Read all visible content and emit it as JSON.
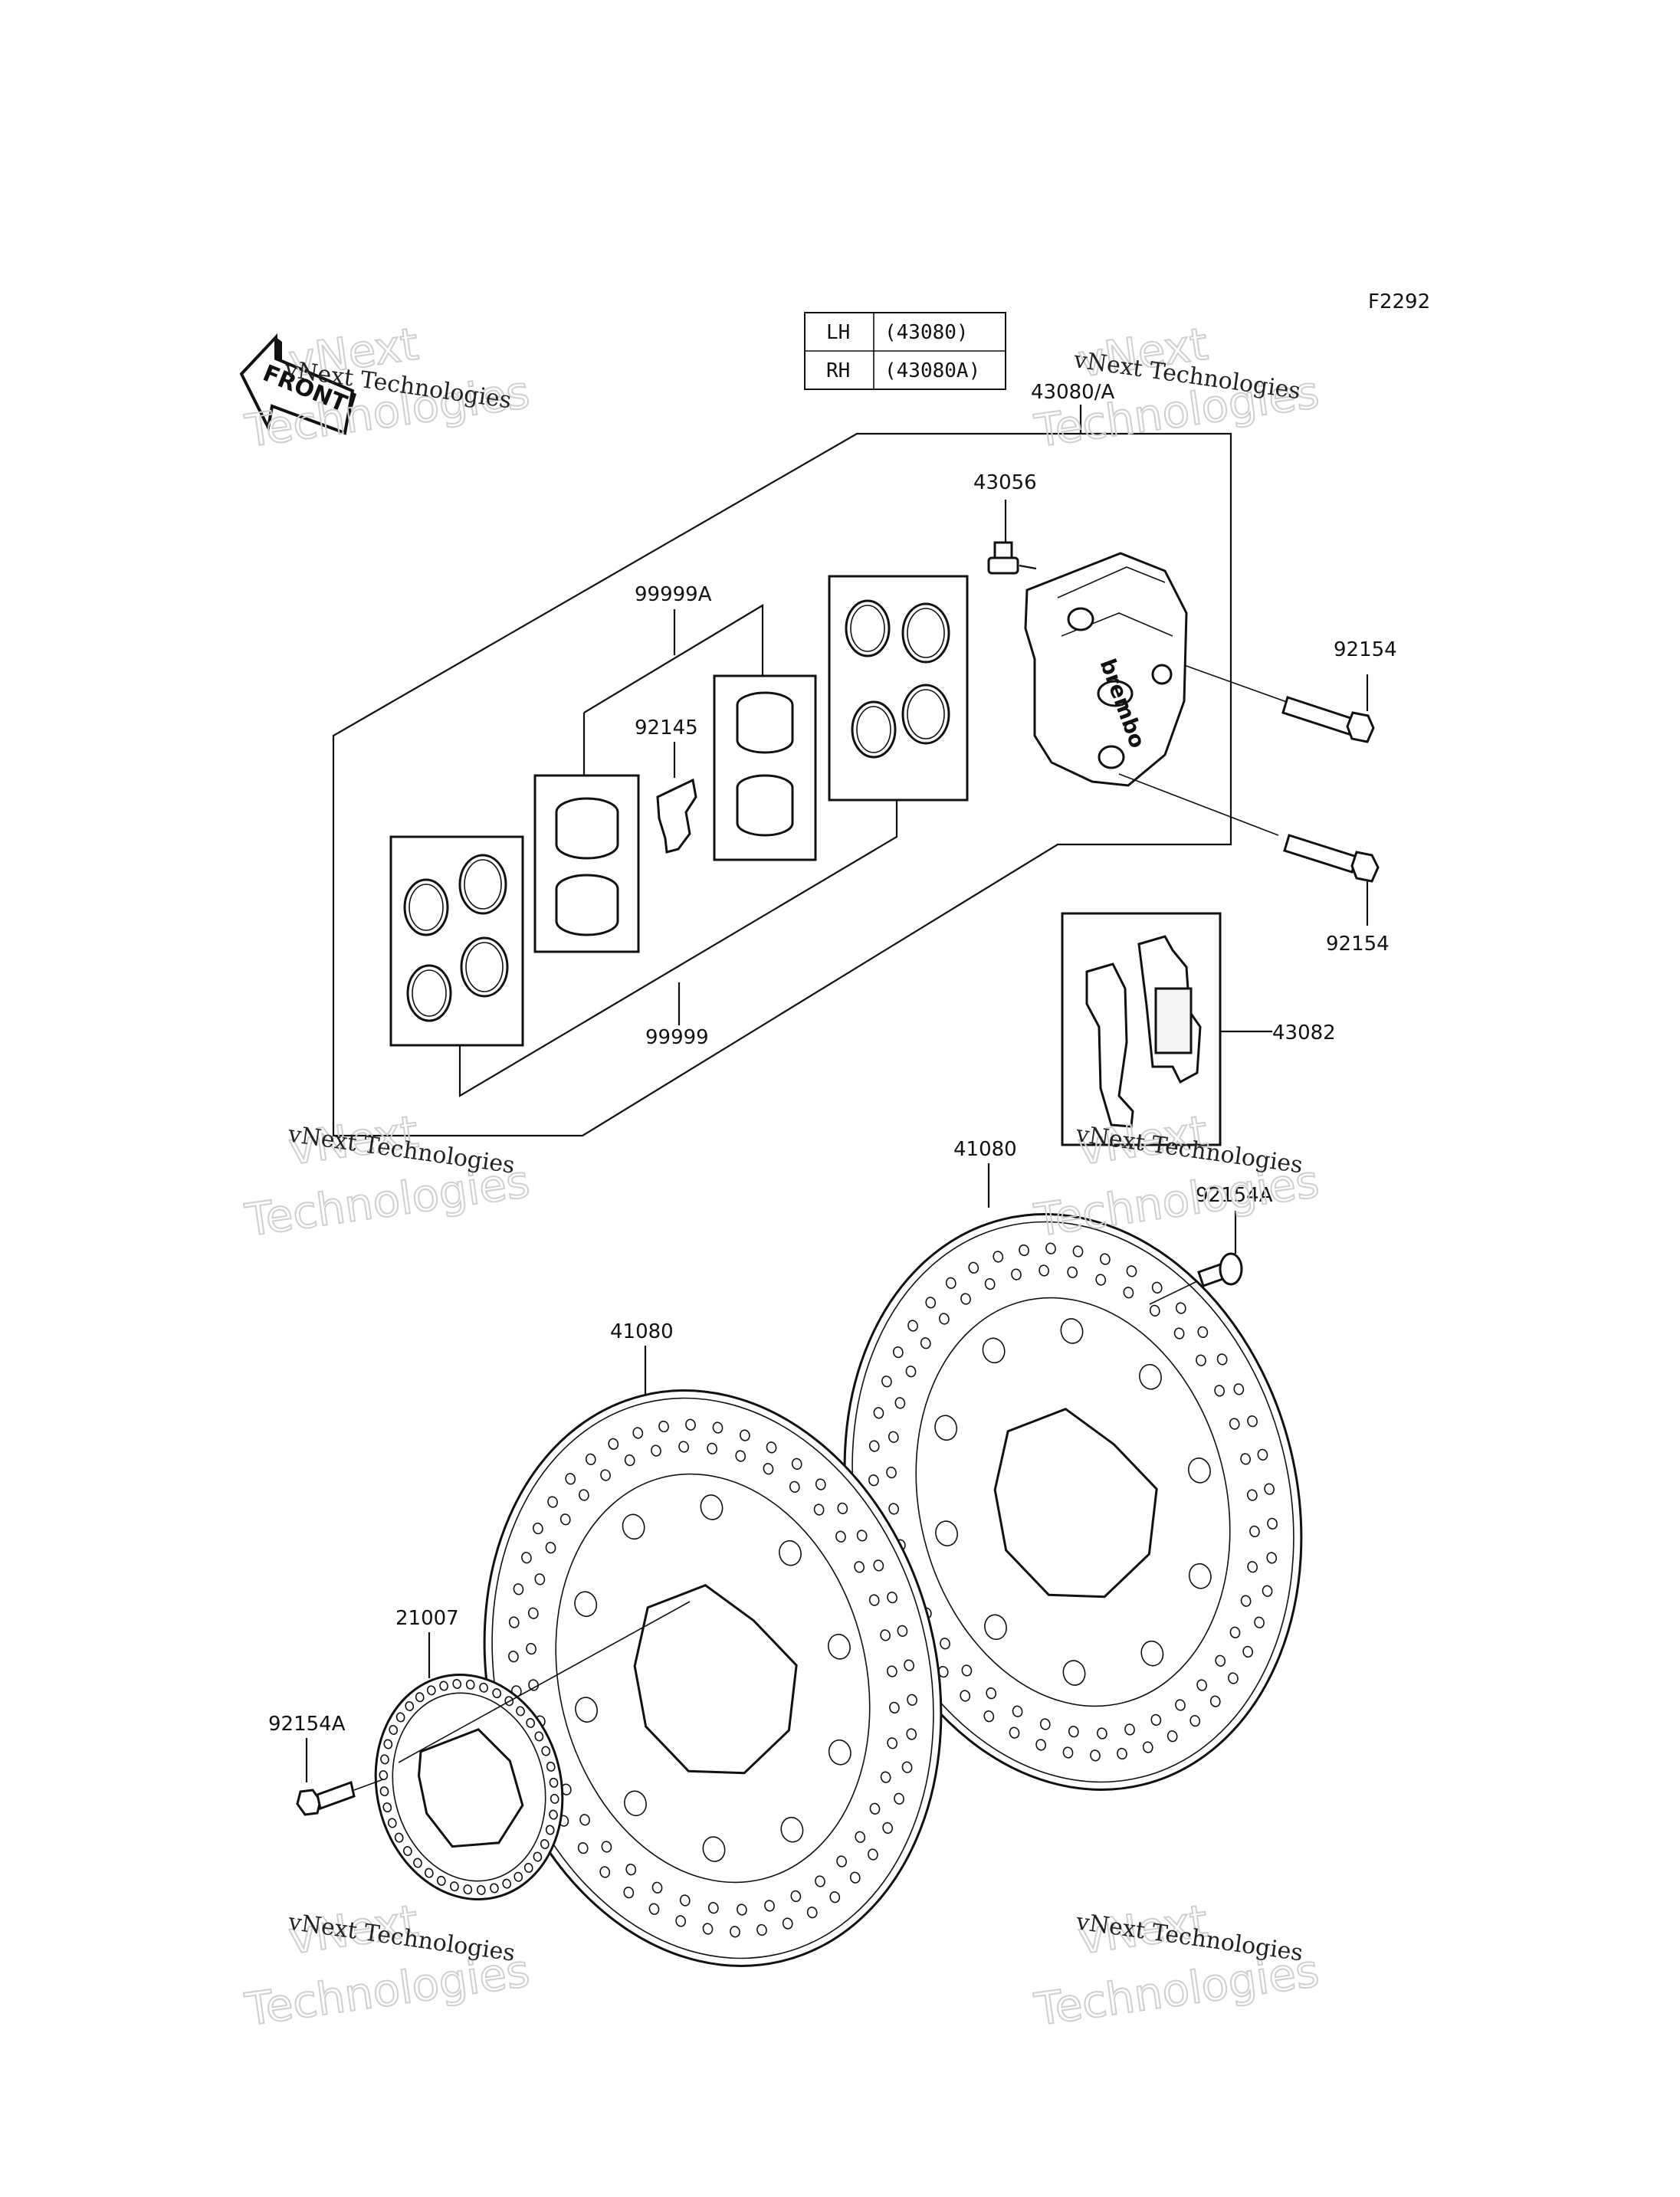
{
  "figure_code": "F2292",
  "front_label": "FRONT",
  "variant_table": [
    {
      "side": "LH",
      "part": "(43080)"
    },
    {
      "side": "RH",
      "part": "(43080A)"
    }
  ],
  "parts": {
    "caliper": "43080/A",
    "bleeder": "43056",
    "bolt_upper": "92154",
    "bolt_lower": "92154",
    "piston_kit_a": "99999A",
    "spring": "92145",
    "seal_kit": "99999",
    "brake_pads": "43082",
    "disc_right": "41080",
    "disc_left": "41080",
    "disc_bolt_right": "92154A",
    "sensor_rotor": "21007",
    "sensor_bolt": "92154A"
  },
  "watermark": {
    "line1": "vNext Technologies",
    "line2": "vNext",
    "line3": "Technologies"
  }
}
